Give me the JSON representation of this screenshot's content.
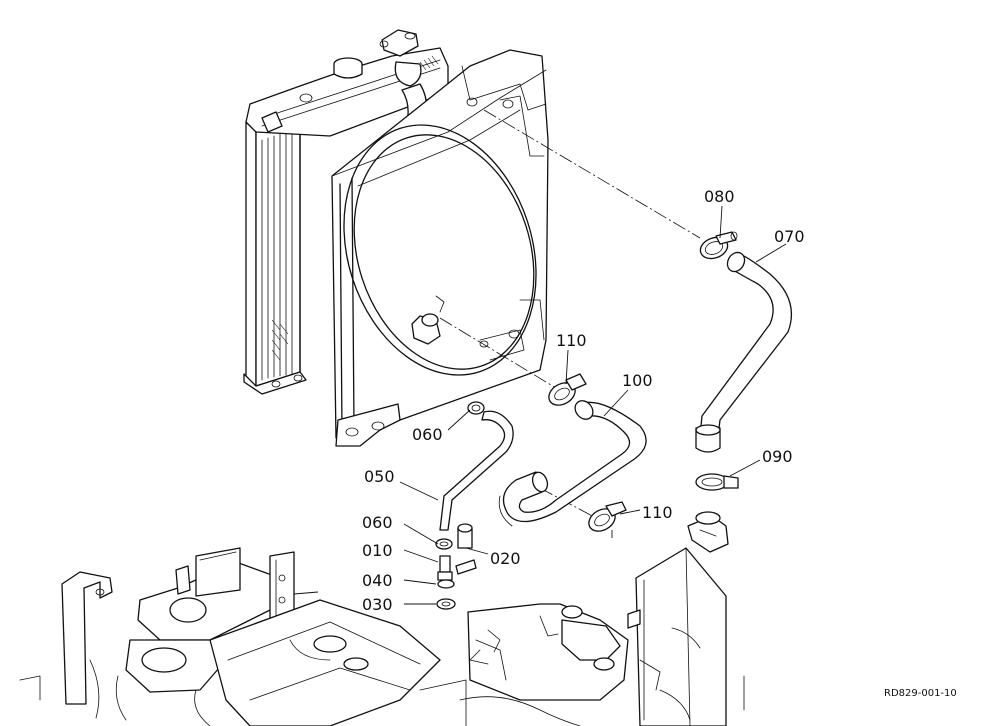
{
  "labels": {
    "p080": "080",
    "p070": "070",
    "p110a": "110",
    "p100": "100",
    "p060a": "060",
    "p090": "090",
    "p050": "050",
    "p110b": "110",
    "p060b": "060",
    "p010": "010",
    "p020": "020",
    "p040": "040",
    "p030": "030"
  },
  "reference_code": "RD829-001-10"
}
